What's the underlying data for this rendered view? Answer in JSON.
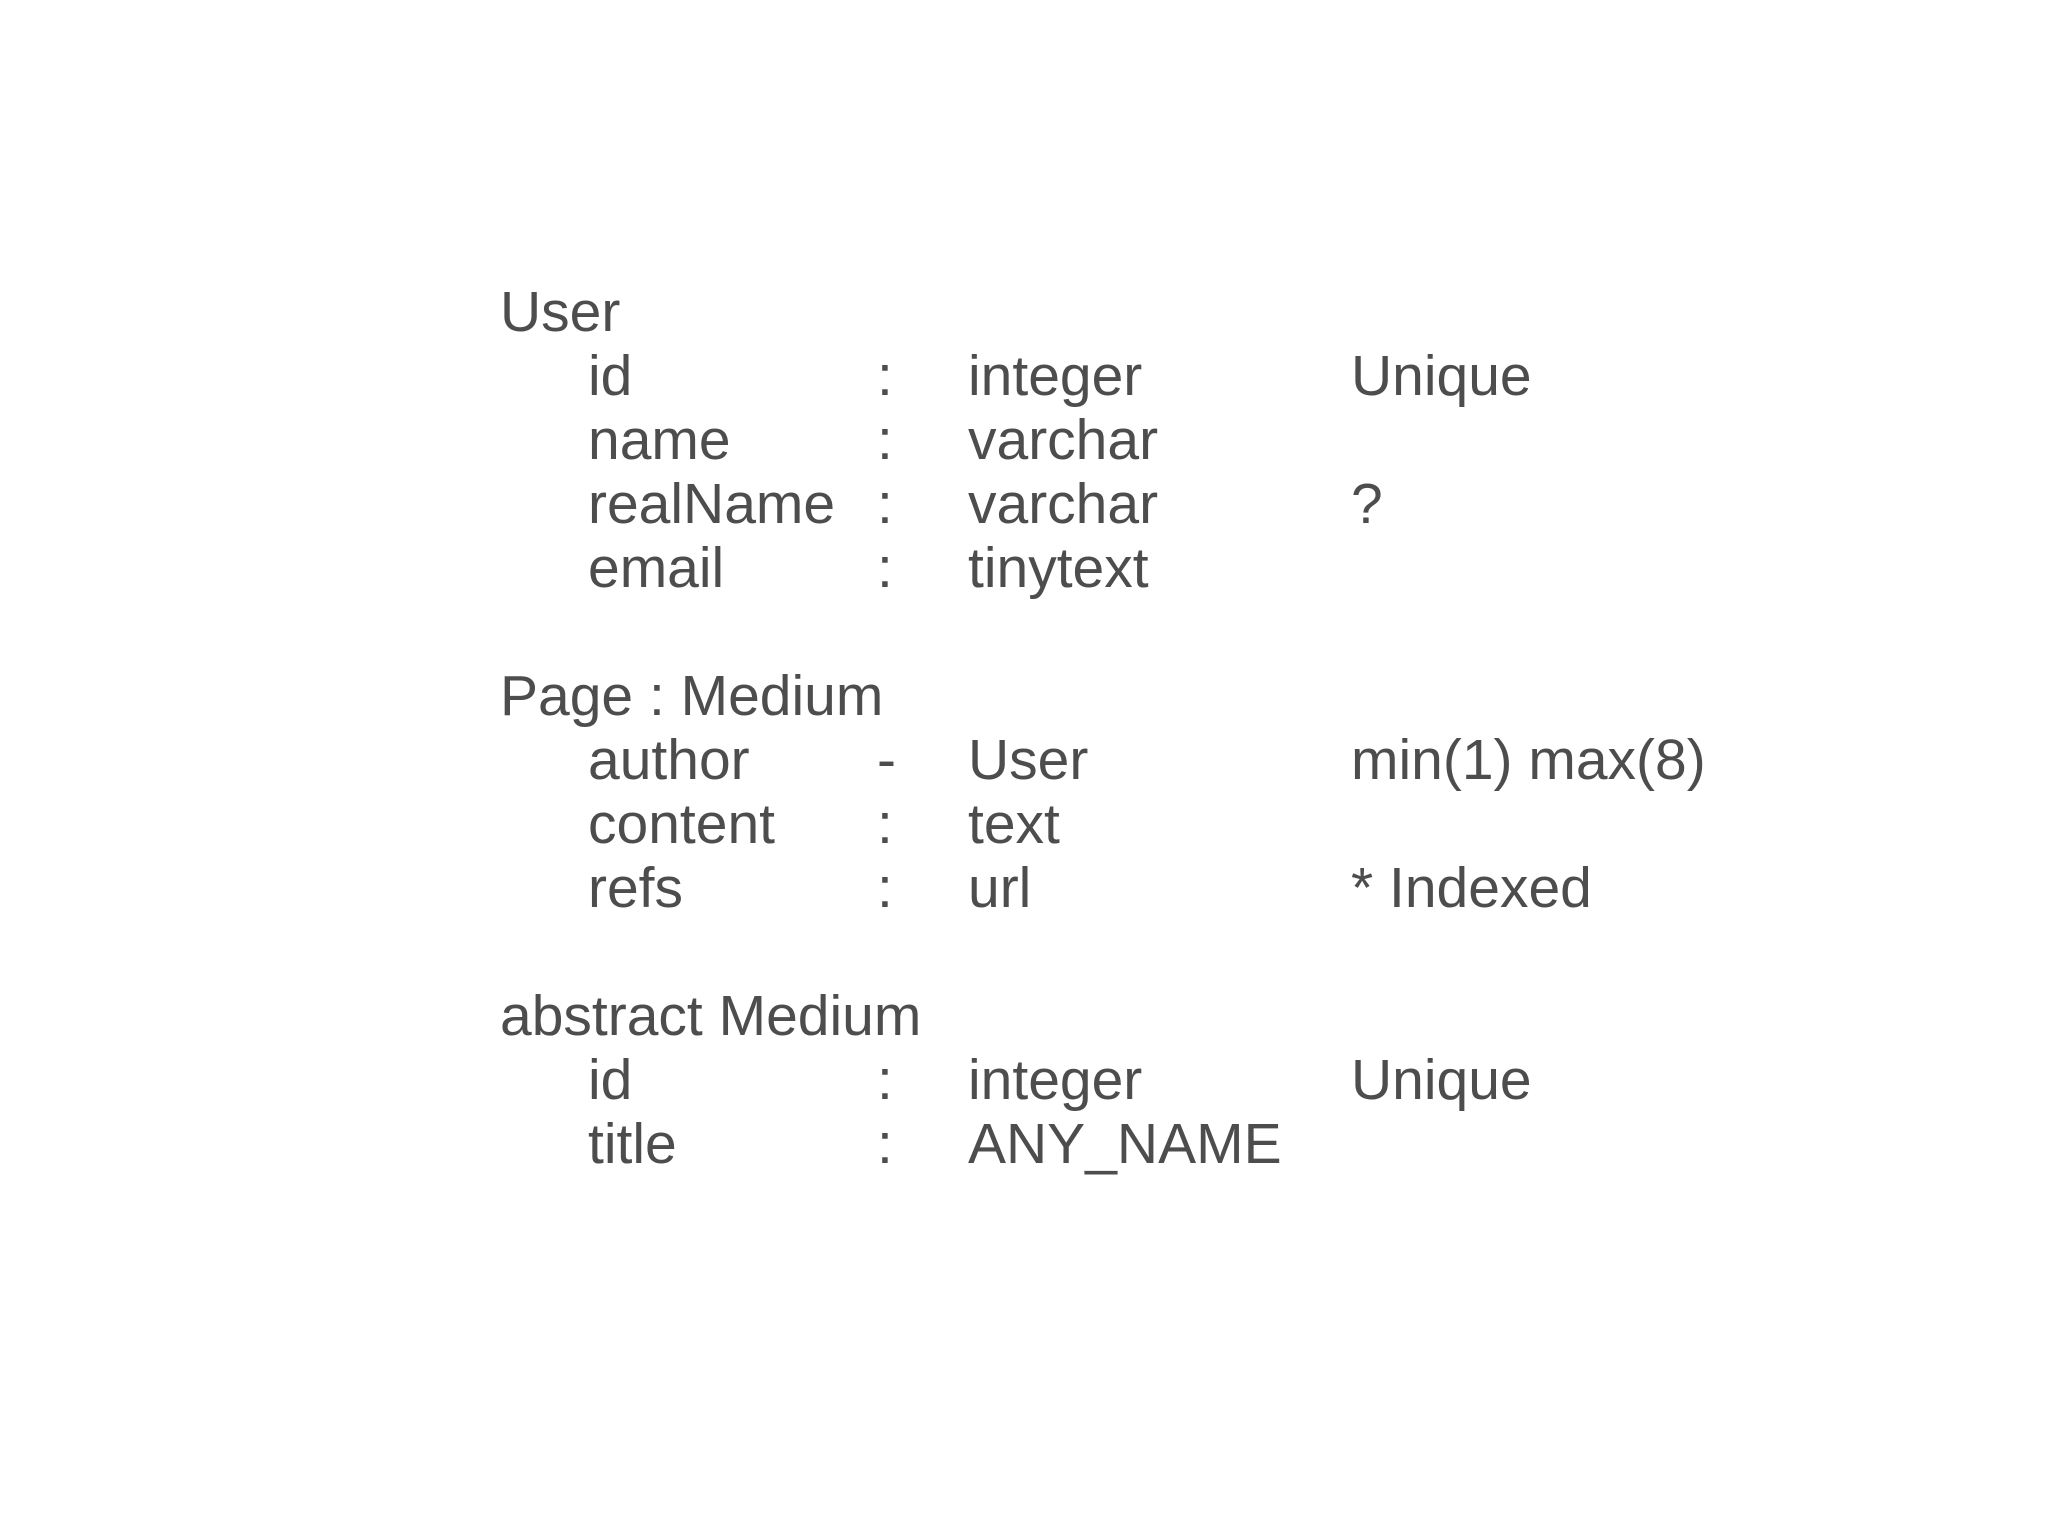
{
  "page": {
    "background": "#ffffff",
    "text_color": "#4d4d4d"
  },
  "schema": {
    "entities": [
      {
        "name": "User",
        "fields": [
          {
            "name": "id",
            "sep": ":",
            "type": "integer",
            "annotation": "Unique"
          },
          {
            "name": "name",
            "sep": ":",
            "type": "varchar",
            "annotation": ""
          },
          {
            "name": "realName",
            "sep": ":",
            "type": "varchar",
            "annotation": "?"
          },
          {
            "name": "email",
            "sep": ":",
            "type": "tinytext",
            "annotation": ""
          }
        ]
      },
      {
        "name": "Page : Medium",
        "fields": [
          {
            "name": "author",
            "sep": "-",
            "type": "User",
            "annotation": "min(1) max(8)"
          },
          {
            "name": "content",
            "sep": ":",
            "type": "text",
            "annotation": ""
          },
          {
            "name": "refs",
            "sep": ":",
            "type": "url",
            "annotation": "* Indexed"
          }
        ]
      },
      {
        "name": "abstract Medium",
        "fields": [
          {
            "name": "id",
            "sep": ":",
            "type": "integer",
            "annotation": "Unique"
          },
          {
            "name": "title",
            "sep": ":",
            "type": "ANY_NAME",
            "annotation": ""
          }
        ]
      }
    ]
  }
}
